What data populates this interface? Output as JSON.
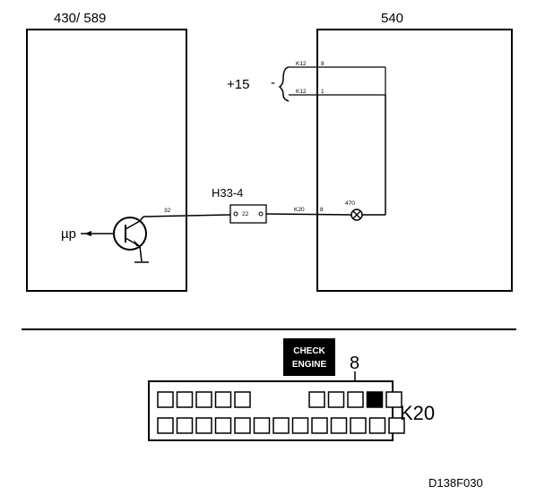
{
  "diagram": {
    "left_module": {
      "label": "430/ 589"
    },
    "right_module": {
      "label": "540"
    },
    "supply": {
      "label": "+15",
      "dash": "-",
      "pin_k12_top": "K12",
      "pin_8_top": "8",
      "pin_k12_bottom": "K12",
      "pin_1": "1"
    },
    "transistor": {
      "label": "µp"
    },
    "wire_32": "32",
    "connector": {
      "label": "H33-4",
      "pin": "22"
    },
    "right_input": {
      "pin_k20": "K20",
      "pin_8": "8"
    },
    "lamp": {
      "label": "470"
    }
  },
  "connector_panel": {
    "check_engine_line1": "CHECK",
    "check_engine_line2": "ENGINE",
    "pin_number": "8",
    "label": "K20",
    "top_row_left_count": 5,
    "top_row_right_count": 5,
    "highlighted_top_index": 3,
    "bottom_row_count": 13
  },
  "figure_code": "D138F030"
}
